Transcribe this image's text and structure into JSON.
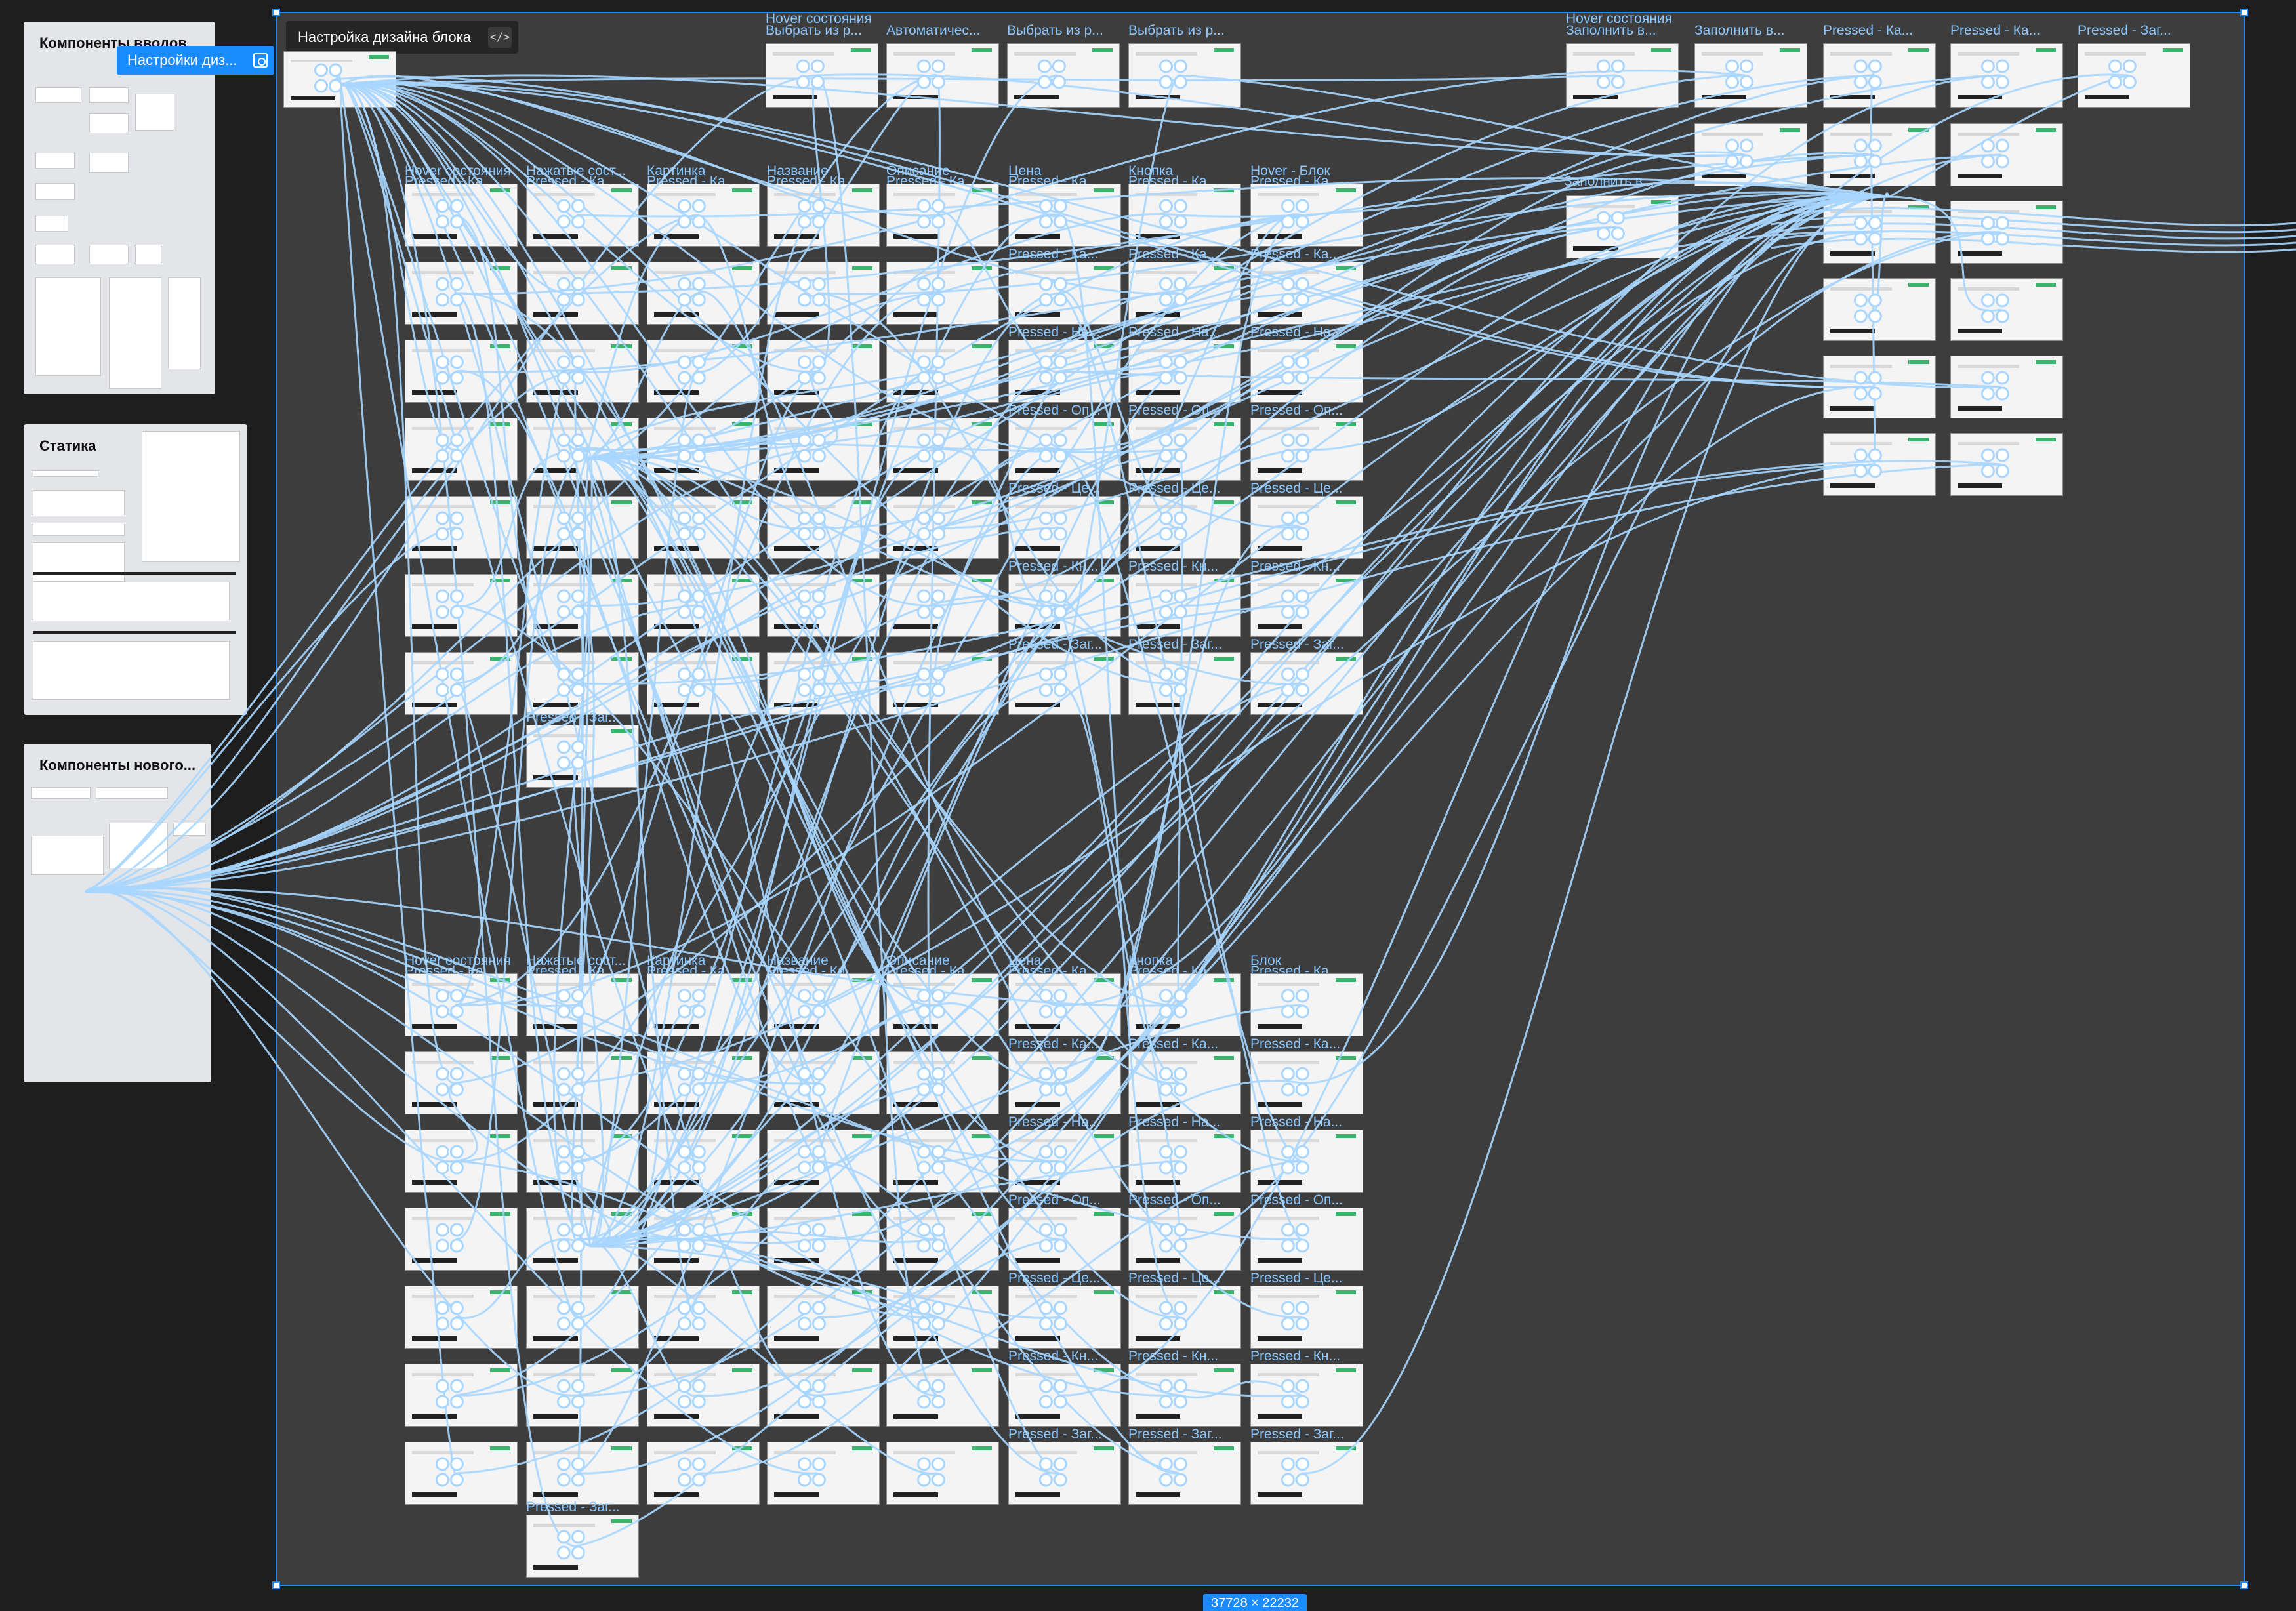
{
  "side_frames": {
    "components_left": {
      "title": "Компоненты вводов"
    },
    "static": {
      "title": "Статика"
    },
    "components_new": {
      "title": "Компоненты нового..."
    }
  },
  "section": {
    "title": "Настройка дизайна блока",
    "code_icon": "code-icon",
    "size_label": "37728 × 22232"
  },
  "selected_frame": {
    "label": "Настройки диз...",
    "icon": "frame-icon"
  },
  "top_group_labels": [
    "Hover состояния",
    "Выбрать из р...",
    "Автоматичес...",
    "Выбрать из р...",
    "Выбрать из р..."
  ],
  "right_group_labels": [
    "Hover состояния",
    "Заполнить в...",
    "Заполнить в...",
    "Pressed - Ка...",
    "Pressed - Ка...",
    "Pressed - Заг...",
    "Заполнить в..."
  ],
  "upper_grid_headers": [
    "Hover состояния",
    "Нажатые сост...",
    "Картинка",
    "Название",
    "Описание",
    "Цена",
    "Кнопка",
    "Hover - Блок"
  ],
  "lower_grid_headers": [
    "Hover состояния",
    "Нажатые сост...",
    "Картинка",
    "Название",
    "Описание",
    "Цена",
    "Кнопка",
    "Блок"
  ],
  "row_labels": [
    "Pressed - Ка...",
    "Pressed - Ка...",
    "Pressed - На...",
    "Pressed - Оп...",
    "Pressed - Це...",
    "Pressed - Кн...",
    "Pressed - Заг..."
  ],
  "colors": {
    "canvas": "#1e1e1e",
    "section": "#3d3d3d",
    "selection": "#1a8cff",
    "wire": "#a9d6ff",
    "label": "#8cc8ff"
  }
}
